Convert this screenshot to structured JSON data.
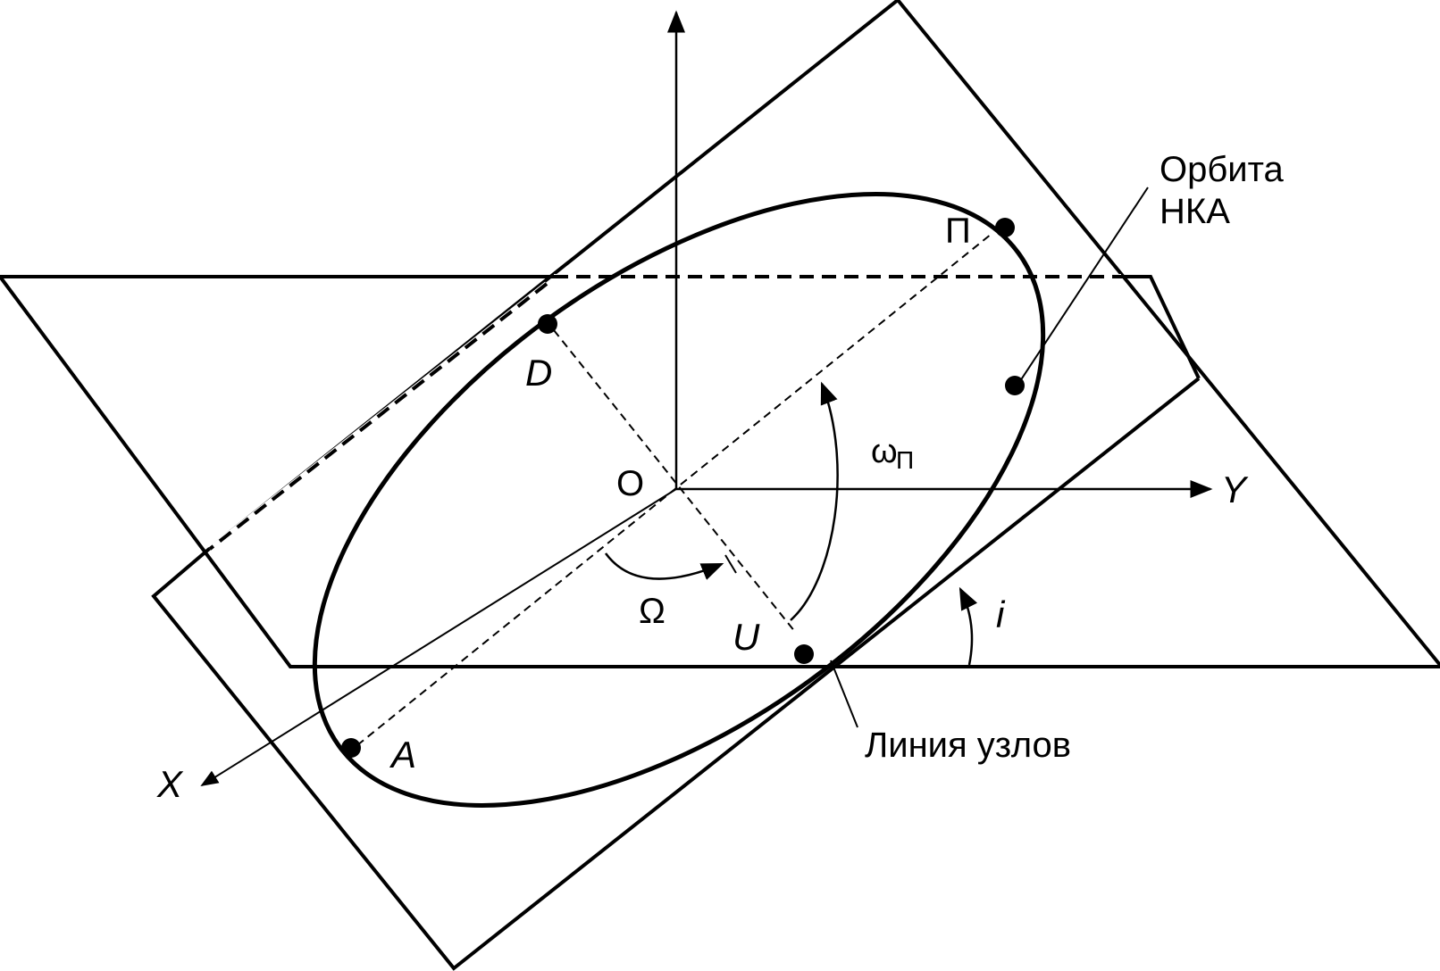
{
  "diagram": {
    "labels": {
      "axis_x": "X",
      "axis_y": "Y",
      "origin": "O",
      "point_perigee": "П",
      "point_d": "D",
      "point_u": "U",
      "point_apogee": "A",
      "angle_omega_node": "Ω",
      "angle_omega_perigee": "ω",
      "angle_omega_perigee_sub": "П",
      "angle_inclination": "i",
      "orbit_label_line1": "Орбита",
      "orbit_label_line2": "НКА",
      "node_line_label": "Линия узлов"
    },
    "stroke_color": "#000000",
    "background_color": "#ffffff"
  }
}
